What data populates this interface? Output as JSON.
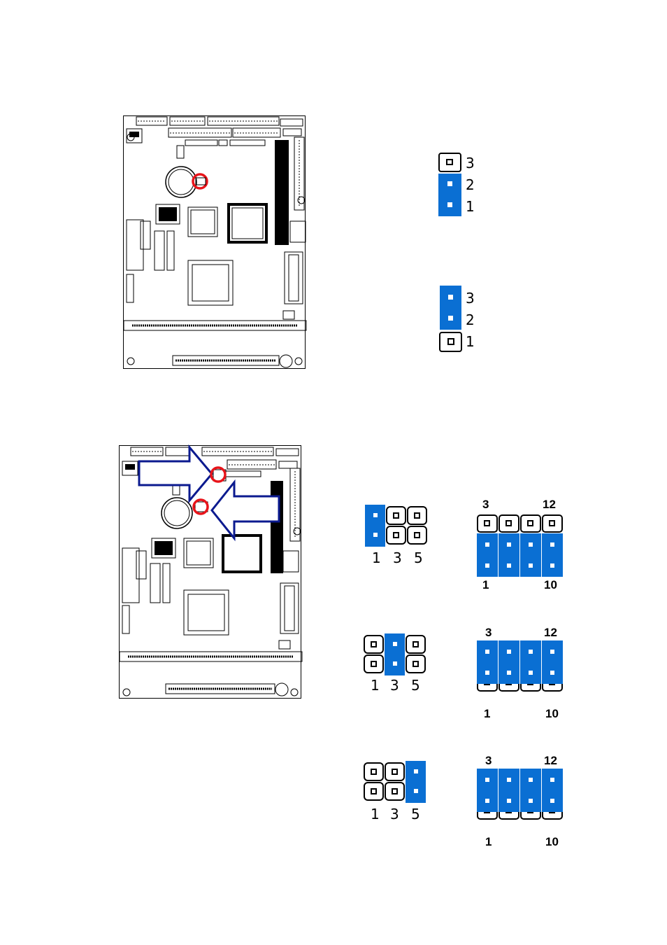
{
  "colors": {
    "jumper_blue": "#0a6fd3",
    "marker_red": "#e8141a",
    "arrow_navy": "#0b1a8f",
    "outline": "#000000"
  },
  "jumper_3pin": [
    {
      "pins": [
        "3",
        "2",
        "1"
      ],
      "shorted": [
        "2",
        "1"
      ]
    },
    {
      "pins": [
        "3",
        "2",
        "1"
      ],
      "shorted": [
        "3",
        "2"
      ]
    }
  ],
  "jumper_2x3": [
    {
      "labels": [
        "1",
        "3",
        "5"
      ],
      "shorted_column": 1
    },
    {
      "labels": [
        "1",
        "3",
        "5"
      ],
      "shorted_column": 2
    },
    {
      "labels": [
        "1",
        "3",
        "5"
      ],
      "shorted_column": 3
    }
  ],
  "jumper_2x4": [
    {
      "top_left": "3",
      "top_right": "12",
      "bottom_left": "1",
      "bottom_right": "10",
      "shorted_row": "bottom"
    },
    {
      "top_left": "3",
      "top_right": "12",
      "bottom_left": "1",
      "bottom_right": "10",
      "shorted_row": "top"
    },
    {
      "top_left": "3",
      "top_right": "12",
      "bottom_left": "1",
      "bottom_right": "10",
      "shorted_row": "top"
    }
  ]
}
